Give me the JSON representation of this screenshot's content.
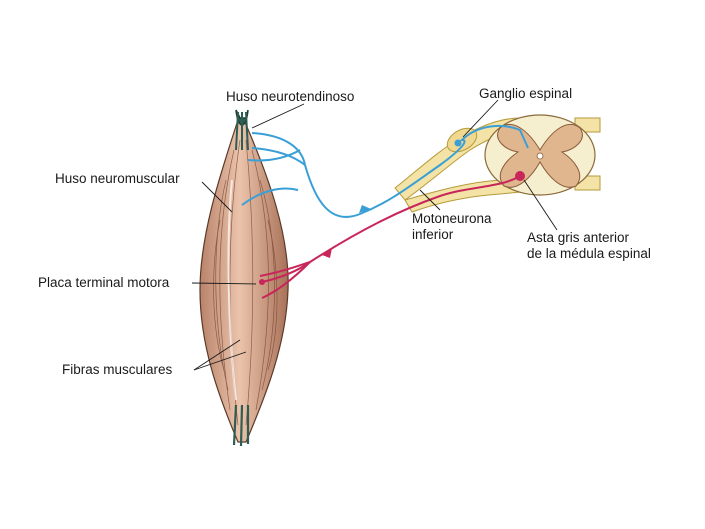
{
  "labels": {
    "huso_neurotendinoso": "Huso neurotendinoso",
    "huso_neuromuscular": "Huso neuromuscular",
    "placa_terminal_motora": "Placa terminal motora",
    "fibras_musculares": "Fibras musculares",
    "ganglio_espinal": "Ganglio espinal",
    "motoneurona_line1": "Motoneurona",
    "motoneurona_line2": "inferior",
    "asta_line1": "Asta gris anterior",
    "asta_line2": "de la médula espinal"
  },
  "colors": {
    "muscle_fill": "#d9a78c",
    "muscle_stroke": "#5a3a2a",
    "tendon": "#2e5d52",
    "sensory_nerve": "#3a9fd6",
    "motor_nerve": "#c8265a",
    "spinal_root": "#f3e3a6",
    "gray_matter": "#e0b68f",
    "white_matter": "#f6efcf"
  }
}
